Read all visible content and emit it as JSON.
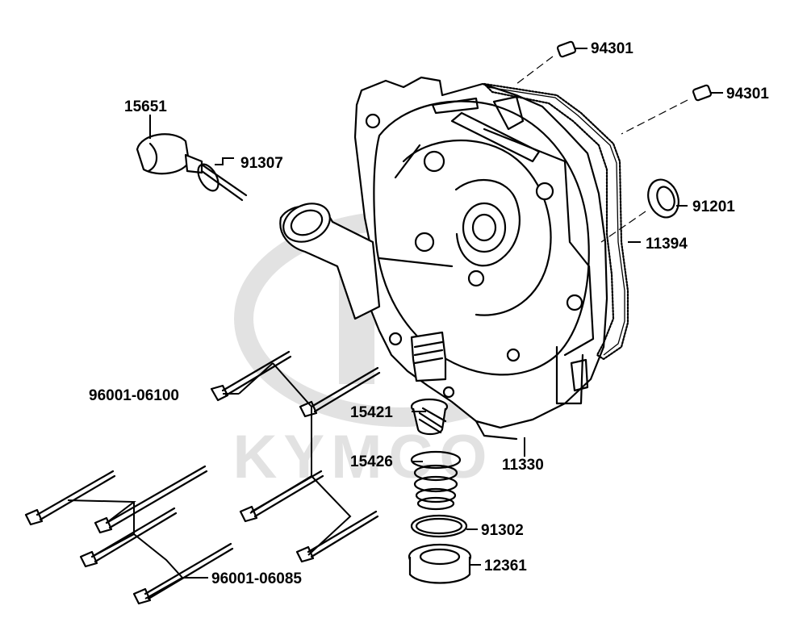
{
  "watermark": {
    "brand": "KYMCO"
  },
  "parts": [
    {
      "id": "94301-a",
      "number": "94301"
    },
    {
      "id": "94301-b",
      "number": "94301"
    },
    {
      "id": "15651",
      "number": "15651"
    },
    {
      "id": "91307",
      "number": "91307"
    },
    {
      "id": "91201",
      "number": "91201"
    },
    {
      "id": "11394",
      "number": "11394"
    },
    {
      "id": "96001-06100",
      "number": "96001-06100"
    },
    {
      "id": "15421",
      "number": "15421"
    },
    {
      "id": "11330",
      "number": "11330"
    },
    {
      "id": "15426",
      "number": "15426"
    },
    {
      "id": "91302",
      "number": "91302"
    },
    {
      "id": "12361",
      "number": "12361"
    },
    {
      "id": "96001-06085",
      "number": "96001-06085"
    }
  ]
}
